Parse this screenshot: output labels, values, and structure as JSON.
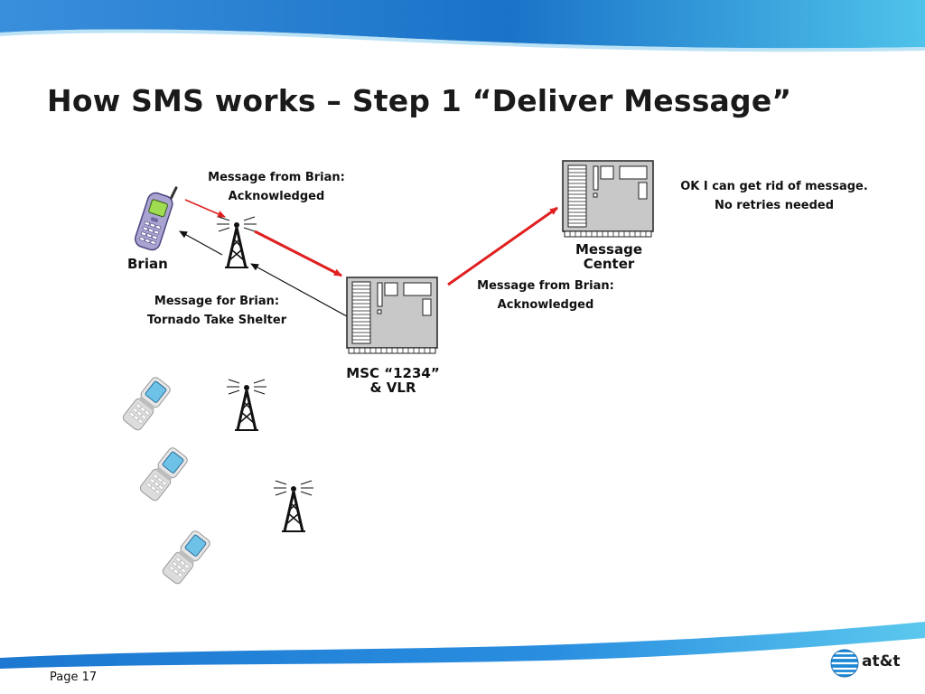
{
  "slide": {
    "title": "How SMS works – Step 1 “Deliver Message”",
    "page_label": "Page 17"
  },
  "brand": {
    "name": "at&t"
  },
  "labels": {
    "brian": "Brian",
    "msg_from_1": "Message from Brian:",
    "ack_1": "Acknowledged",
    "msg_for": "Message for Brian:",
    "tornado": "Tornado Take Shelter",
    "msc_1": "MSC “1234”",
    "msc_2": "& VLR",
    "msg_from_2": "Message from Brian:",
    "ack_2": "Acknowledged",
    "mc_1": "Message",
    "mc_2": "Center",
    "ok_1": "OK I can get rid of message.",
    "ok_2": "No retries needed"
  },
  "colors": {
    "blue_band": "#1a73c8",
    "blue_light": "#4fc3ea",
    "arrow_red": "#e02020",
    "arrow_black": "#111111"
  },
  "icons": [
    "cell-tower-icon",
    "server-icon",
    "mobile-phone-icon",
    "flip-phone-icon",
    "att-globe-icon"
  ]
}
